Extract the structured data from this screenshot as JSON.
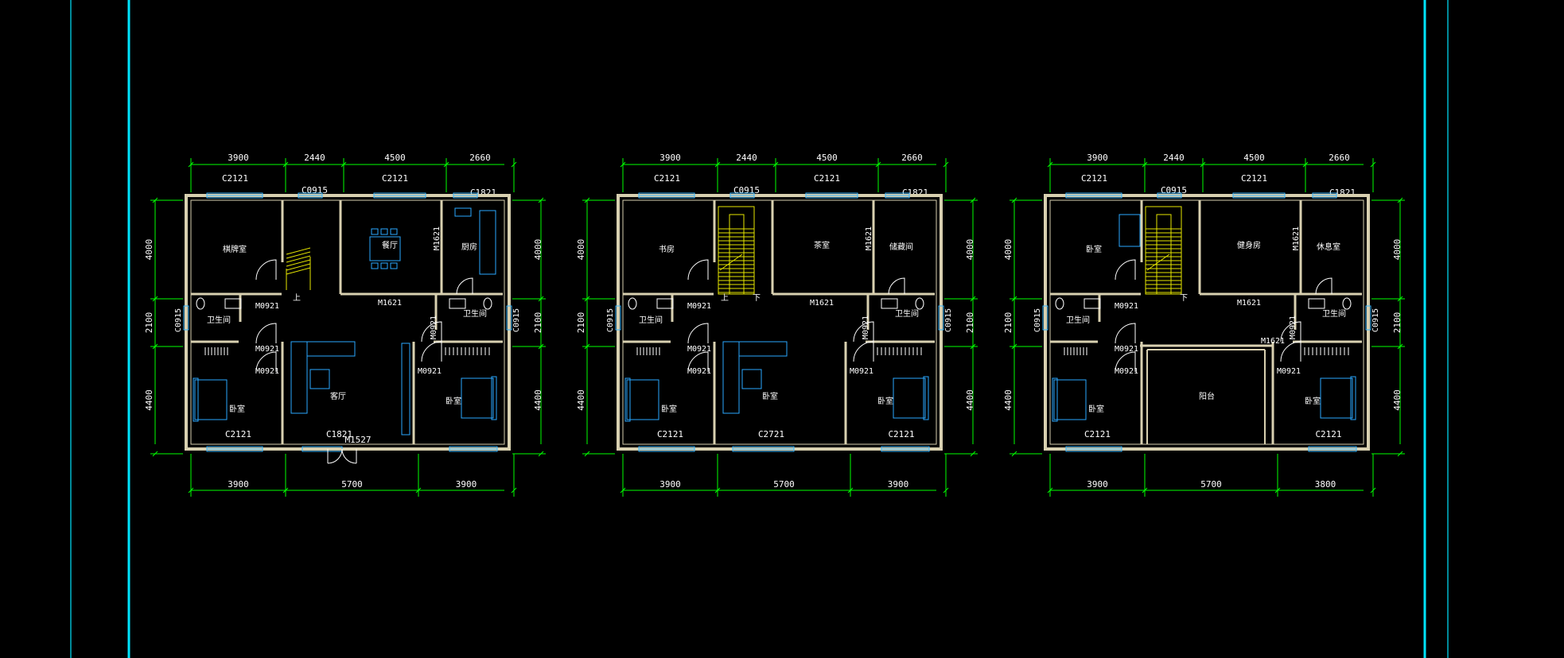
{
  "colors": {
    "background": "#000000",
    "frame": "#00e5ff",
    "dimension": "#00ff00",
    "wall": "#d8d0b0",
    "window": "#3ab7ff",
    "stair": "#e6e600",
    "furniture": "#2aa8ff",
    "text": "#ffffff"
  },
  "plans": [
    {
      "id": "floor1",
      "top_dims": [
        "3900",
        "2440",
        "4500",
        "2660"
      ],
      "bottom_dims": [
        "3900",
        "5700",
        "3900"
      ],
      "side_dims": [
        "4000",
        "2100",
        "4400"
      ],
      "windows_top": [
        "C2121",
        "C0915",
        "C2121",
        "C1821"
      ],
      "windows_bottom": [
        "C2121",
        "C1821",
        "M1527"
      ],
      "window_left": "C0915",
      "window_right": "C0915",
      "rooms": {
        "top_left": "棋牌室",
        "top_mid": "餐厅",
        "top_right": "厨房",
        "bath_left": "卫生间",
        "bath_right": "卫生间",
        "bot_left": "卧室",
        "bot_mid": "客厅",
        "bot_right": "卧室"
      },
      "doors": [
        "M0921",
        "M1621",
        "M1621",
        "M0921",
        "M0921",
        "M0921",
        "M0921"
      ],
      "stair_marks": [
        "上"
      ]
    },
    {
      "id": "floor2",
      "top_dims": [
        "3900",
        "2440",
        "4500",
        "2660"
      ],
      "bottom_dims": [
        "3900",
        "5700",
        "3900"
      ],
      "side_dims": [
        "4000",
        "2100",
        "4400"
      ],
      "windows_top": [
        "C2121",
        "C0915",
        "C2121",
        "C1821"
      ],
      "windows_bottom": [
        "C2121",
        "C2721",
        "C2121"
      ],
      "window_left": "C0915",
      "window_right": "C0915",
      "rooms": {
        "top_left": "书房",
        "top_mid": "茶室",
        "top_right": "储藏间",
        "bath_left": "卫生间",
        "bath_right": "卫生间",
        "bot_left": "卧室",
        "bot_mid": "卧室",
        "bot_right": "卧室"
      },
      "doors": [
        "M0921",
        "M1621",
        "M1621",
        "M0921",
        "M0921",
        "M0921",
        "M0921"
      ],
      "stair_marks": [
        "上",
        "下"
      ]
    },
    {
      "id": "floor3",
      "top_dims": [
        "3900",
        "2440",
        "4500",
        "2660"
      ],
      "bottom_dims": [
        "3900",
        "5700",
        "3800"
      ],
      "side_dims": [
        "4000",
        "2100",
        "4400"
      ],
      "windows_top": [
        "C2121",
        "C0915",
        "C2121",
        "C1821"
      ],
      "windows_bottom": [
        "C2121",
        "C2121"
      ],
      "window_left": "C0915",
      "window_right": "C0915",
      "rooms": {
        "top_left": "卧室",
        "top_mid": "健身房",
        "top_right": "休息室",
        "bath_left": "卫生间",
        "bath_right": "卫生间",
        "bot_left": "卧室",
        "bot_mid": "阳台",
        "bot_right": "卧室"
      },
      "doors": [
        "M0921",
        "M1621",
        "M1621",
        "M0921",
        "M0921",
        "M0921",
        "M0921",
        "M1621"
      ],
      "stair_marks": [
        "下"
      ]
    }
  ]
}
